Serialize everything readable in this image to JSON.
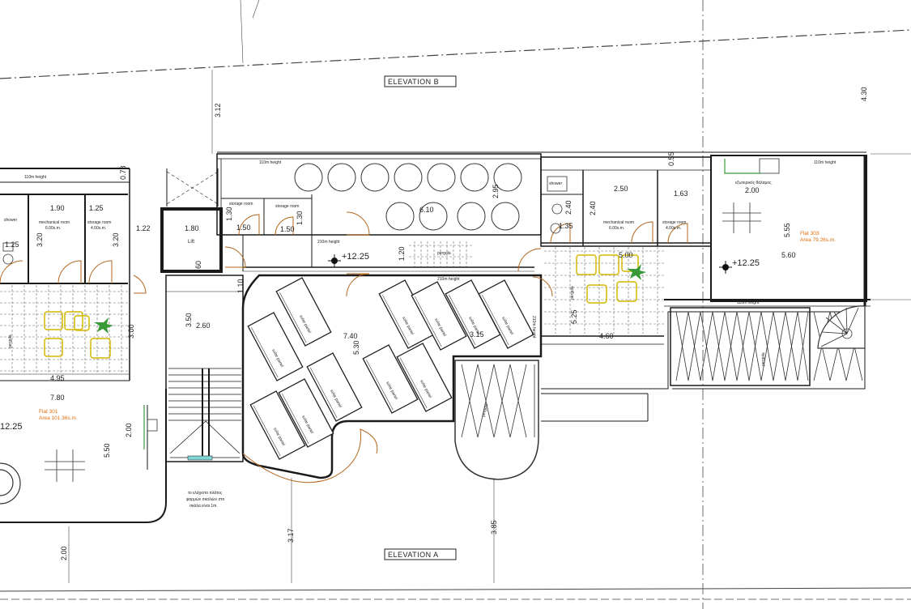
{
  "elevations": {
    "top": "ELEVATION B",
    "bottom": "ELEVATION A"
  },
  "levels": {
    "center": "+12.25",
    "right": "+12.25",
    "left": "12.25"
  },
  "flats": {
    "left": {
      "name": "Flat 301",
      "area": "Area 101.36s.m."
    },
    "right": {
      "name": "Flat 303",
      "area": "Area 79.26s.m."
    }
  },
  "room_labels": {
    "lift": "Lift",
    "shower_left": "shower",
    "mech_left": "mechanical room",
    "mech_left_area": "6.00s.m.",
    "storage_left": "storage room",
    "storage_left_area": "4.00s.m.",
    "mech_right": "mechanical room",
    "mech_right_area": "6.00s.m.",
    "storage_right": "storage room",
    "storage_right_area": "4.00s.m.",
    "shower_right": "shower",
    "storage_small_a": "storage room",
    "storage_small_b": "storage room",
    "height_110_a": "110m height",
    "height_110_b": "110m height",
    "height_110_c": "110m height",
    "height_110_d": "110m height",
    "height_210_a": "210m height",
    "height_210_b": "210m height",
    "height_210_c": "210m height",
    "solar_panel": "solar panel",
    "pergola": "pergola",
    "right_door_note": "εξωτερικός θάλαμος",
    "stair_note_line1": "το ελάχιστο πλάτος",
    "stair_note_line2": "φαρμών σκαλιών στο",
    "stair_note_line3": "σκάλα είναι 1m."
  },
  "dimensions": {
    "d_3_12": "3.12",
    "d_4_30": "4.30",
    "d_0_78": "0.78",
    "d_0_55": "0.55",
    "d_1_90": "1.90",
    "d_1_25_top": "1.25",
    "d_1_25_left": "1.25",
    "d_3_20_a": "3.20",
    "d_3_20_b": "3.20",
    "d_1_22": "1.22",
    "d_1_80": "1.80",
    "d_1_30": "1.30",
    "d_1_50_a": "1.50",
    "d_1_50_b": "1.50",
    "d_1_30_b": "1.30",
    "d_2_95": "2.95",
    "d_6_10": "6.10",
    "d_1_20": "1.20",
    "d_2_40_a": "2.40",
    "d_2_50": "2.50",
    "d_2_40_b": "2.40",
    "d_1_63": "1.63",
    "d_1_35": "1.35",
    "d_2_00_r": "2.00",
    "d_5_55": "5.55",
    "d_5_60": "5.60",
    "d_5_00": "5.00",
    "d_5_25": "5.25",
    "d_4_60": "4.60",
    "d_1_10": "1.10",
    "d_3_50": "3.50",
    "d_2_60": "2.60",
    "d_7_40": "7.40",
    "d_5_30": "5.30",
    "d_3_15": "3.15",
    "d_3_00": "3.00",
    "d_4_95": "4.95",
    "d_7_80": "7.80",
    "d_2_00_l": "2.00",
    "d_5_50": "5.50",
    "d_3_17": "3.17",
    "d_3_85": "3.85",
    "d_2_00_b": "2.00",
    "d_60": "60"
  },
  "colors": {
    "wall": "#1a1a1a",
    "line": "#555555",
    "door": "#b5651d",
    "yellow": "#d4b800",
    "green": "#3a9a3a",
    "orange_text": "#e36c0a",
    "window": "#7fd6d6"
  }
}
